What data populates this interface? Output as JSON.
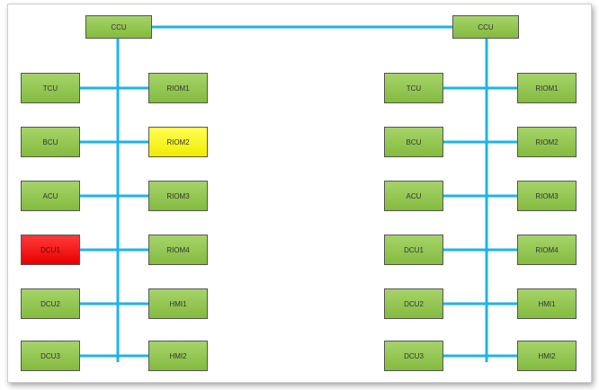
{
  "colors": {
    "bus": "#1eb4e6",
    "node": "#92c84f",
    "highlight_yellow": "#ffff33",
    "highlight_red": "#ff0000"
  },
  "left": {
    "ccu": "CCU",
    "col_a": [
      {
        "label": "TCU",
        "state": "normal"
      },
      {
        "label": "BCU",
        "state": "normal"
      },
      {
        "label": "ACU",
        "state": "normal"
      },
      {
        "label": "DCU1",
        "state": "fault"
      },
      {
        "label": "DCU2",
        "state": "normal"
      },
      {
        "label": "DCU3",
        "state": "normal"
      }
    ],
    "col_b": [
      {
        "label": "RIOM1",
        "state": "normal"
      },
      {
        "label": "RIOM2",
        "state": "warning"
      },
      {
        "label": "RIOM3",
        "state": "normal"
      },
      {
        "label": "RIOM4",
        "state": "normal"
      },
      {
        "label": "HMI1",
        "state": "normal"
      },
      {
        "label": "HMI2",
        "state": "normal"
      }
    ]
  },
  "right": {
    "ccu": "CCU",
    "col_a": [
      {
        "label": "TCU",
        "state": "normal"
      },
      {
        "label": "BCU",
        "state": "normal"
      },
      {
        "label": "ACU",
        "state": "normal"
      },
      {
        "label": "DCU1",
        "state": "normal"
      },
      {
        "label": "DCU2",
        "state": "normal"
      },
      {
        "label": "DCU3",
        "state": "normal"
      }
    ],
    "col_b": [
      {
        "label": "RIOM1",
        "state": "normal"
      },
      {
        "label": "RIOM2",
        "state": "normal"
      },
      {
        "label": "RIOM3",
        "state": "normal"
      },
      {
        "label": "RIOM4",
        "state": "normal"
      },
      {
        "label": "HMI1",
        "state": "normal"
      },
      {
        "label": "HMI2",
        "state": "normal"
      }
    ]
  }
}
